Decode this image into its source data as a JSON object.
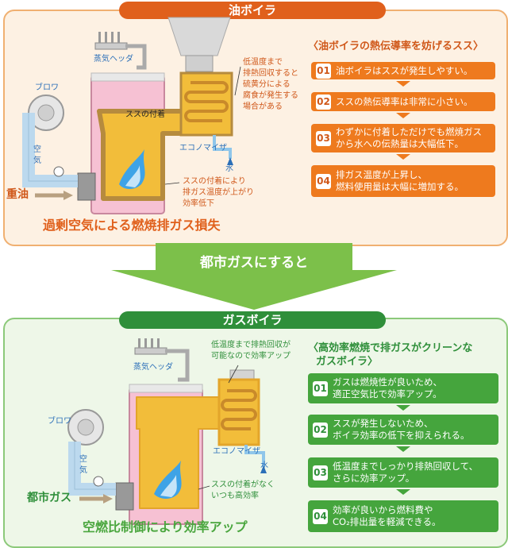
{
  "oil": {
    "title": "油ボイラ",
    "labels": {
      "steam_header": "蒸気ヘッダ",
      "blower": "ブロワ",
      "air": "空気",
      "fuel": "重油",
      "soot_deposit": "ススの付着",
      "economizer": "エコノマイザ",
      "water": "水",
      "corrosion_note": [
        "低温度まで",
        "排熱回収すると",
        "硫黄分による",
        "腐食が発生する",
        "場合がある"
      ],
      "soot_note": [
        "ススの付着により",
        "排ガス温度が上がり",
        "効率低下"
      ],
      "caption": "過剰空気による燃焼排ガス損失"
    },
    "right_heading": "〈油ボイラの熱伝導率を妨げるスス〉",
    "items": [
      {
        "num": "01",
        "lines": [
          "油ボイラはススが発生しやすい。"
        ]
      },
      {
        "num": "02",
        "lines": [
          "ススの熱伝導率は非常に小さい。"
        ]
      },
      {
        "num": "03",
        "lines": [
          "わずかに付着しただけでも燃焼ガス",
          "から水への伝熱量は大幅低下。"
        ]
      },
      {
        "num": "04",
        "lines": [
          "排ガス温度が上昇し、",
          "燃料使用量は大幅に増加する。"
        ]
      }
    ]
  },
  "transition": "都市ガスにすると",
  "gas": {
    "title": "ガスボイラ",
    "labels": {
      "steam_header": "蒸気ヘッダ",
      "blower": "ブロワ",
      "air": "空気",
      "fuel": "都市ガス",
      "economizer": "エコノマイザ",
      "water": "水",
      "recovery_note": [
        "低温度まで排熱回収が",
        "可能なので効率アップ"
      ],
      "no_soot_note": [
        "ススの付着がなく",
        "いつも高効率"
      ],
      "caption": "空燃比制御により効率アップ"
    },
    "right_heading": [
      "〈高効率燃焼で排ガスがクリーンな",
      "ガスボイラ〉"
    ],
    "items": [
      {
        "num": "01",
        "lines": [
          "ガスは燃焼性が良いため、",
          "適正空気比で効率アップ。"
        ]
      },
      {
        "num": "02",
        "lines": [
          "ススが発生しないため、",
          "ボイラ効率の低下を抑えられる。"
        ]
      },
      {
        "num": "03",
        "lines": [
          "低温度までしっかり排熱回収して、",
          "さらに効率アップ。"
        ]
      },
      {
        "num": "04",
        "lines": [
          "効率が良いから燃料費や",
          "CO₂排出量を軽減できる。"
        ]
      }
    ]
  },
  "colors": {
    "oil_accent": "#e0601c",
    "gas_accent": "#2f8f3a",
    "boiler_pink": "#f6c1d3",
    "flue_yellow": "#f2bd3a",
    "soot_brown": "#b68b3e",
    "flame_blue": "#3ea3e6",
    "arrow_green": "#7cc04a",
    "label_blue": "#2b6fb8"
  }
}
